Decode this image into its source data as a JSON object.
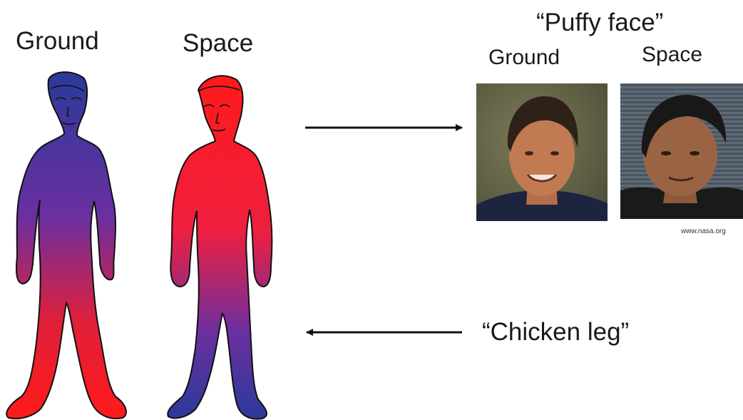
{
  "figures": {
    "ground_label": "Ground",
    "space_label": "Space"
  },
  "photos": {
    "title": "“Puffy face”",
    "ground_label": "Ground",
    "space_label": "Space",
    "credit": "www.nasa.org"
  },
  "callouts": {
    "chicken_leg": "“Chicken leg”"
  },
  "colors": {
    "blue": "#2a3a9a",
    "purple": "#6b2fa0",
    "red": "#ff1a1a",
    "arrow": "#111111"
  }
}
